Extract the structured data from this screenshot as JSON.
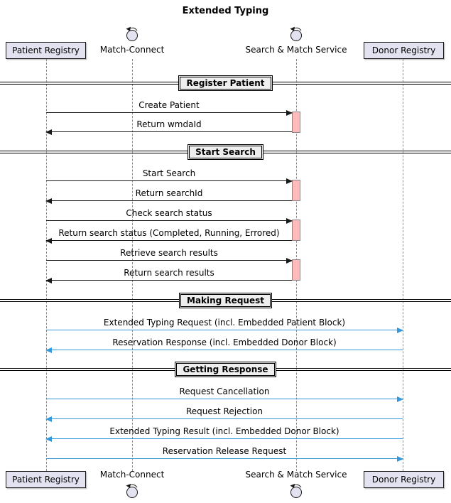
{
  "title": "Extended Typing",
  "participants": {
    "patient": {
      "label": "Patient Registry",
      "type": "box"
    },
    "match_connect": {
      "label": "Match-Connect",
      "type": "control"
    },
    "sms": {
      "label": "Search & Match Service",
      "type": "control"
    },
    "donor": {
      "label": "Donor Registry",
      "type": "box"
    }
  },
  "dividers": [
    {
      "label": "Register Patient"
    },
    {
      "label": "Start Search"
    },
    {
      "label": "Making Request"
    },
    {
      "label": "Getting Response"
    }
  ],
  "messages": [
    {
      "label": "Create Patient",
      "from": "Patient Registry",
      "to": "Search & Match Service",
      "direction": "right",
      "color": "black"
    },
    {
      "label": "Return wmdaId",
      "from": "Search & Match Service",
      "to": "Patient Registry",
      "direction": "left",
      "color": "black"
    },
    {
      "label": "Start Search",
      "from": "Patient Registry",
      "to": "Search & Match Service",
      "direction": "right",
      "color": "black"
    },
    {
      "label": "Return searchId",
      "from": "Search & Match Service",
      "to": "Patient Registry",
      "direction": "left",
      "color": "black"
    },
    {
      "label": "Check search status",
      "from": "Patient Registry",
      "to": "Search & Match Service",
      "direction": "right",
      "color": "black"
    },
    {
      "label": "Return search status (Completed, Running, Errored)",
      "from": "Search & Match Service",
      "to": "Patient Registry",
      "direction": "left",
      "color": "black"
    },
    {
      "label": "Retrieve search results",
      "from": "Patient Registry",
      "to": "Search & Match Service",
      "direction": "right",
      "color": "black"
    },
    {
      "label": "Return search results",
      "from": "Search & Match Service",
      "to": "Patient Registry",
      "direction": "left",
      "color": "black"
    },
    {
      "label": "Extended Typing Request (incl. Embedded Patient Block)",
      "from": "Patient Registry",
      "to": "Donor Registry",
      "direction": "right",
      "color": "blue"
    },
    {
      "label": "Reservation Response (incl. Embedded Donor Block)",
      "from": "Donor Registry",
      "to": "Patient Registry",
      "direction": "left",
      "color": "blue"
    },
    {
      "label": "Request Cancellation",
      "from": "Patient Registry",
      "to": "Donor Registry",
      "direction": "right",
      "color": "blue"
    },
    {
      "label": "Request Rejection",
      "from": "Donor Registry",
      "to": "Patient Registry",
      "direction": "left",
      "color": "blue"
    },
    {
      "label": "Extended Typing Result (incl. Embedded Donor Block)",
      "from": "Donor Registry",
      "to": "Patient Registry",
      "direction": "left",
      "color": "blue"
    },
    {
      "label": "Reservation Release Request",
      "from": "Patient Registry",
      "to": "Donor Registry",
      "direction": "right",
      "color": "blue"
    }
  ],
  "colors": {
    "participant_fill": "#E2E2F0",
    "participant_border": "#181818",
    "lifeline": "#8A8A8A",
    "activation_fill": "#FFBBBB",
    "activation_border": "#888888",
    "arrow_black": "#181818",
    "arrow_blue": "#3498DB",
    "divider_fill": "#EEEEEE"
  }
}
